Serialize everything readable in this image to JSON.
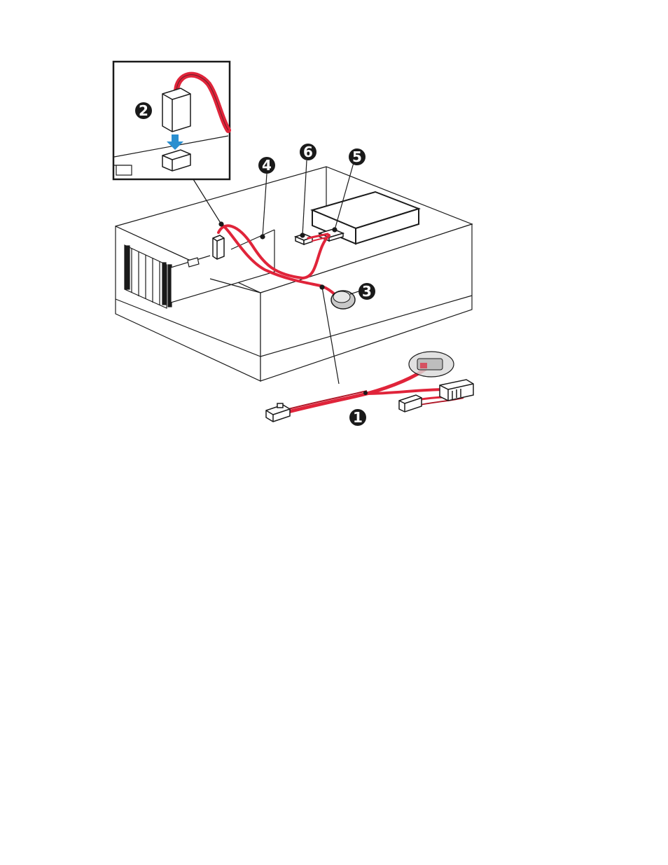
{
  "colors": {
    "cable": "#e0243a",
    "cable_dark": "#b01828",
    "outline": "#1a1a1a",
    "arrow": "#2a8fd0",
    "connector_fill": "#ffffff",
    "shade": "#d9d9d9"
  },
  "callouts": [
    {
      "id": "cable-assembly",
      "label": "1"
    },
    {
      "id": "board-connector",
      "label": "2"
    },
    {
      "id": "ferrite-clip",
      "label": "3"
    },
    {
      "id": "system-board",
      "label": "4"
    },
    {
      "id": "drive-connector",
      "label": "5"
    },
    {
      "id": "power-connector",
      "label": "6"
    }
  ]
}
